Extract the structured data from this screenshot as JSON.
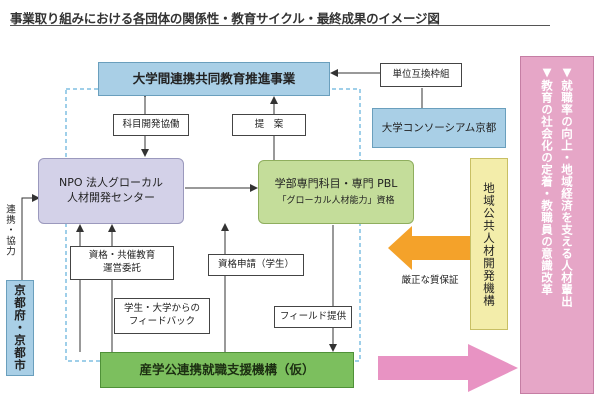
{
  "title": "事業取り組みにおける各団体の関係性・教育サイクル・最終成果のイメージ図",
  "boxes": {
    "top_program": "大学間連携共同教育推進事業",
    "npo_center": "NPO 法人グローカル\n人材開発センター",
    "courses_line1": "学部専門科目・専門 PBL",
    "courses_line2": "「グローカル人材能力」資格",
    "consortium": "大学コンソーシアム京都",
    "regional_org": "地域公共人材開発機構",
    "prefecture": "京都府・京都市",
    "support_org": "産学公連携就職支援機構（仮）"
  },
  "labels": {
    "credit_exchange": "単位互換枠組",
    "course_dev": "科目開発協働",
    "proposal": "提　案",
    "collab": "連携・協力",
    "cosponsor": "資格・共催教育\n運営委託",
    "feedback": "学生・大学からの\nフィードバック",
    "cert_apply": "資格申請（学生）",
    "field_provide": "フィールド提供",
    "quality": "厳正な質保証"
  },
  "outcome": {
    "line1": "▼就職率の向上・地域経済を支える人材輩出",
    "line2": "▼教育の社会化の定着・教職員の意識改革"
  },
  "colors": {
    "blue_box": "#a9cfe6",
    "lavender_box": "#d3d1e8",
    "green_box": "#c4dd9a",
    "yellow_box": "#f3edaa",
    "pink_box": "#e6a6c7",
    "arrow_orange": "#f4a22a",
    "arrow_pink": "#e893c3",
    "dashed": "#3f9fd3"
  }
}
